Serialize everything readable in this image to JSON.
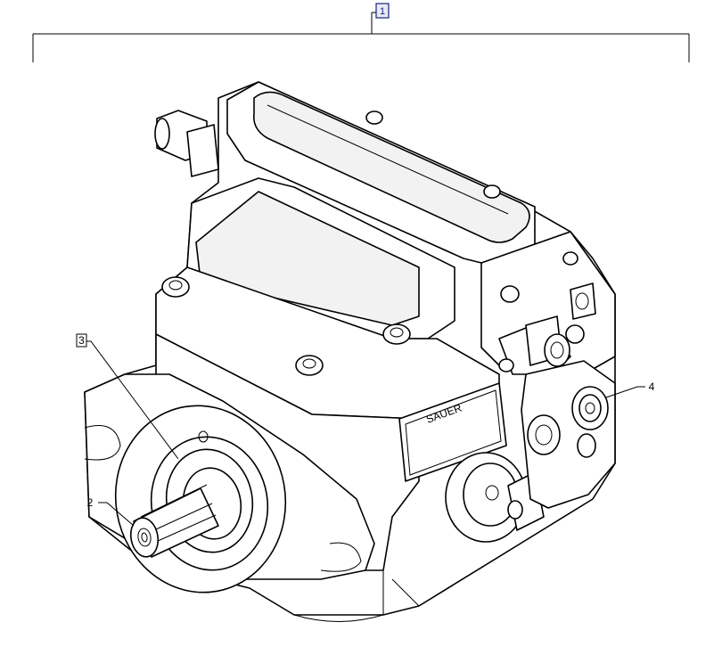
{
  "callouts": {
    "assembly": "1",
    "shaft_bearing": "3",
    "drive_shaft": "2",
    "port_plug": "4"
  },
  "nameplate": {
    "brand": "SAUER"
  },
  "colors": {
    "line": "#000000",
    "callout_box_border": "#1a237e",
    "callout_box_fill": "#e8eaf6"
  }
}
